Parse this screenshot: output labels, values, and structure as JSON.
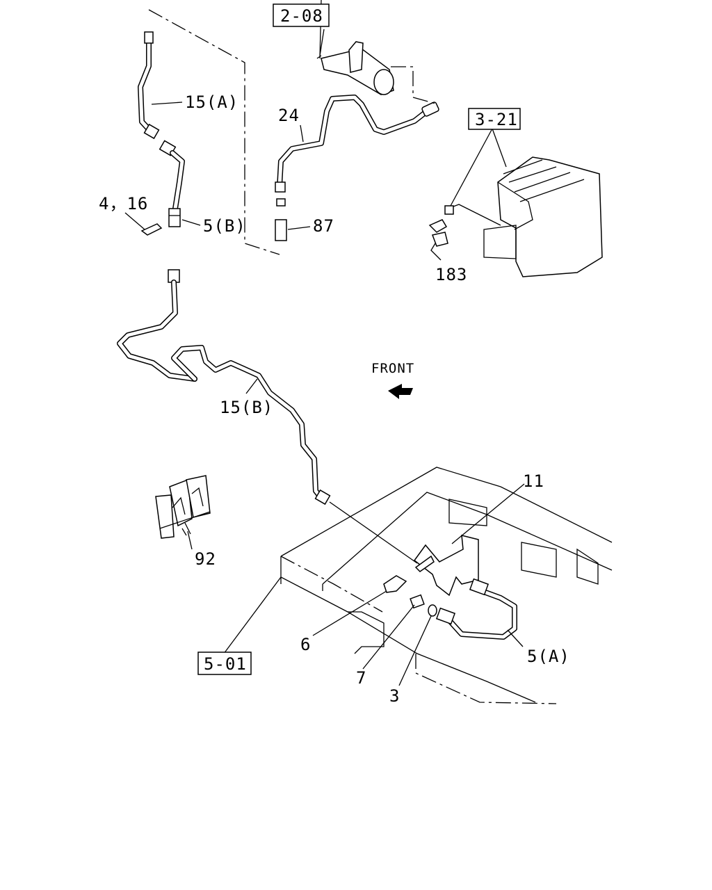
{
  "diagram": {
    "direction_label": "FRONT",
    "ref_boxes": [
      {
        "id": "ref-2-08",
        "text": "2-08"
      },
      {
        "id": "ref-3-21",
        "text": "3-21"
      },
      {
        "id": "ref-5-01",
        "text": "5-01"
      }
    ],
    "callouts": {
      "c15a": "15(A)",
      "c24": "24",
      "c416": "4，16",
      "c5b": "5(B)",
      "c87": "87",
      "c183": "183",
      "c15b": "15(B)",
      "c11": "11",
      "c92": "92",
      "c6": "6",
      "c7": "7",
      "c3": "3",
      "c5a": "5(A)"
    }
  }
}
